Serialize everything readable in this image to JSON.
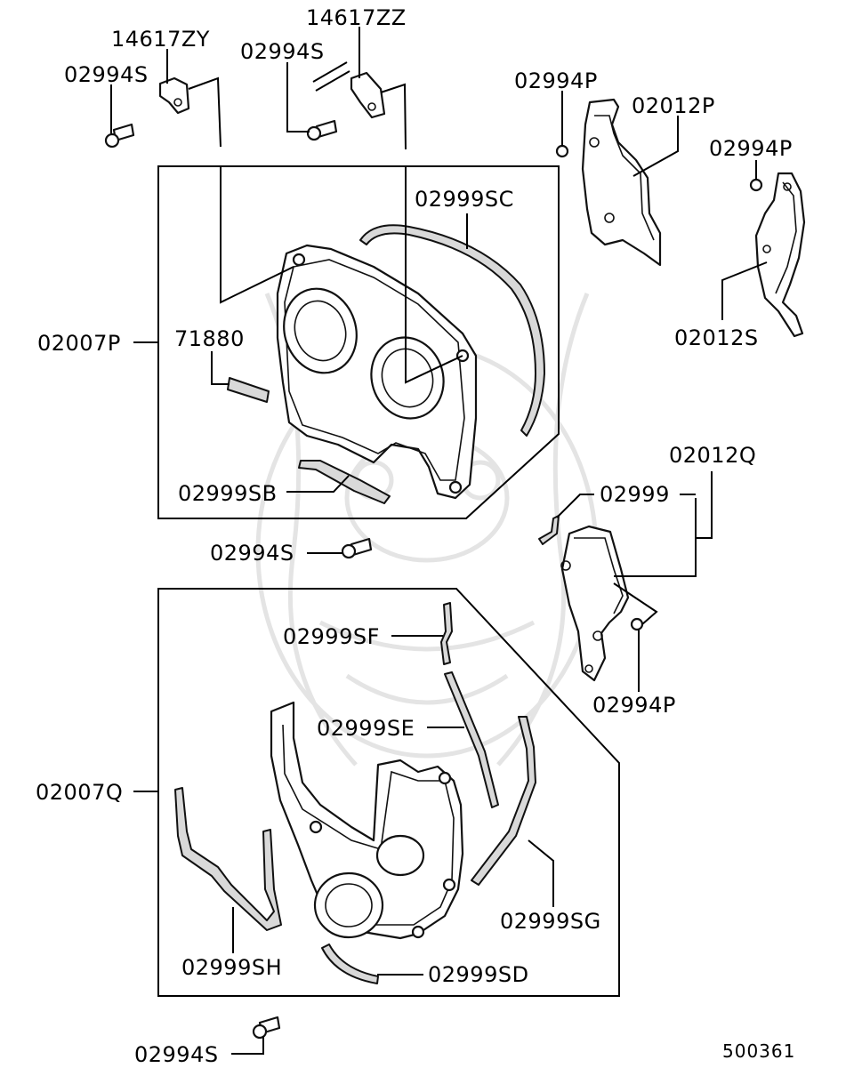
{
  "diagram": {
    "doc_number": "500361",
    "callouts": {
      "bolt_top_left": "02994S",
      "bracket_zy": "14617ZY",
      "bracket_zz": "14617ZZ",
      "bolt_top_mid": "02994S",
      "bolt_right_top": "02994P",
      "plate_p": "02012P",
      "bolt_right_mid": "02994P",
      "plate_s": "02012S",
      "seal_sc": "02999SC",
      "cover_upper": "02007P",
      "label_plate": "71880",
      "seal_sb": "02999SB",
      "plate_q": "02012Q",
      "clip": "02999",
      "bolt_mid": "02994S",
      "bolt_lower_right": "02994P",
      "seal_sf": "02999SF",
      "seal_se": "02999SE",
      "cover_lower": "02007Q",
      "seal_sg": "02999SG",
      "seal_sh": "02999SH",
      "seal_sd": "02999SD",
      "bolt_bottom": "02994S"
    }
  }
}
